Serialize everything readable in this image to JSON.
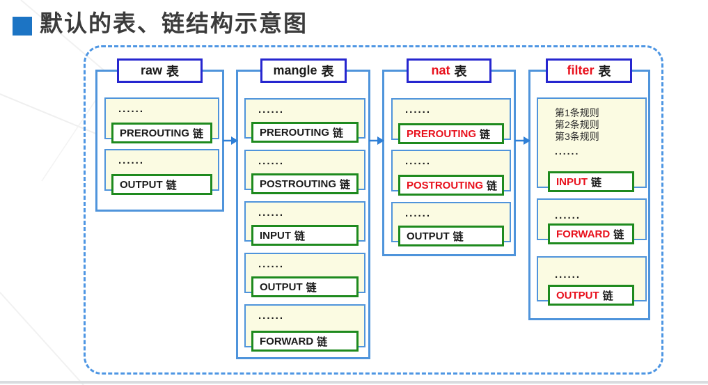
{
  "slide": {
    "title": "默认的表、链结构示意图"
  },
  "colors": {
    "title_bullet": "#1C74C4",
    "frame_dash_blue": "#4E96E3",
    "table_border_blue": "#4F94DB",
    "header_border_blue": "#2626CF",
    "chain_bg_cream": "#FBFBE2",
    "chain_name_border_green": "#1E8A1E",
    "red_text": "#E8101C",
    "black_text": "#1A1A1A"
  },
  "diagram": {
    "tables": [
      {
        "name": "raw",
        "suffix": "表",
        "name_color": "#1A1A1A",
        "chains": [
          {
            "dots": "......",
            "label": "PREROUTING",
            "suffix": "链",
            "label_color": "#1A1A1A"
          },
          {
            "dots": "......",
            "label": "OUTPUT",
            "suffix": "链",
            "label_color": "#1A1A1A"
          }
        ]
      },
      {
        "name": "mangle",
        "suffix": "表",
        "name_color": "#1A1A1A",
        "chains": [
          {
            "dots": "......",
            "label": "PREROUTING",
            "suffix": "链",
            "label_color": "#1A1A1A"
          },
          {
            "dots": "......",
            "label": "POSTROUTING",
            "suffix": "链",
            "label_color": "#1A1A1A"
          },
          {
            "dots": "......",
            "label": "INPUT",
            "suffix": "链",
            "label_color": "#1A1A1A"
          },
          {
            "dots": "......",
            "label": "OUTPUT",
            "suffix": "链",
            "label_color": "#1A1A1A"
          },
          {
            "dots": "......",
            "label": "FORWARD",
            "suffix": "链",
            "label_color": "#1A1A1A"
          }
        ]
      },
      {
        "name": "nat",
        "suffix": "表",
        "name_color": "#E8101C",
        "chains": [
          {
            "dots": "......",
            "label": "PREROUTING",
            "suffix": "链",
            "label_color": "#E8101C"
          },
          {
            "dots": "......",
            "label": "POSTROUTING",
            "suffix": "链",
            "label_color": "#E8101C"
          },
          {
            "dots": "......",
            "label": "OUTPUT",
            "suffix": "链",
            "label_color": "#1A1A1A"
          }
        ]
      },
      {
        "name": "filter",
        "suffix": "表",
        "name_color": "#E8101C",
        "rules": [
          "第1条规则",
          "第2条规则",
          "第3条规则",
          "......"
        ],
        "chains": [
          {
            "label": "INPUT",
            "suffix": "链",
            "label_color": "#E8101C"
          },
          {
            "dots": "......",
            "label": "FORWARD",
            "suffix": "链",
            "label_color": "#E8101C"
          },
          {
            "dots": "......",
            "label": "OUTPUT",
            "suffix": "链",
            "label_color": "#E8101C"
          }
        ]
      }
    ]
  }
}
